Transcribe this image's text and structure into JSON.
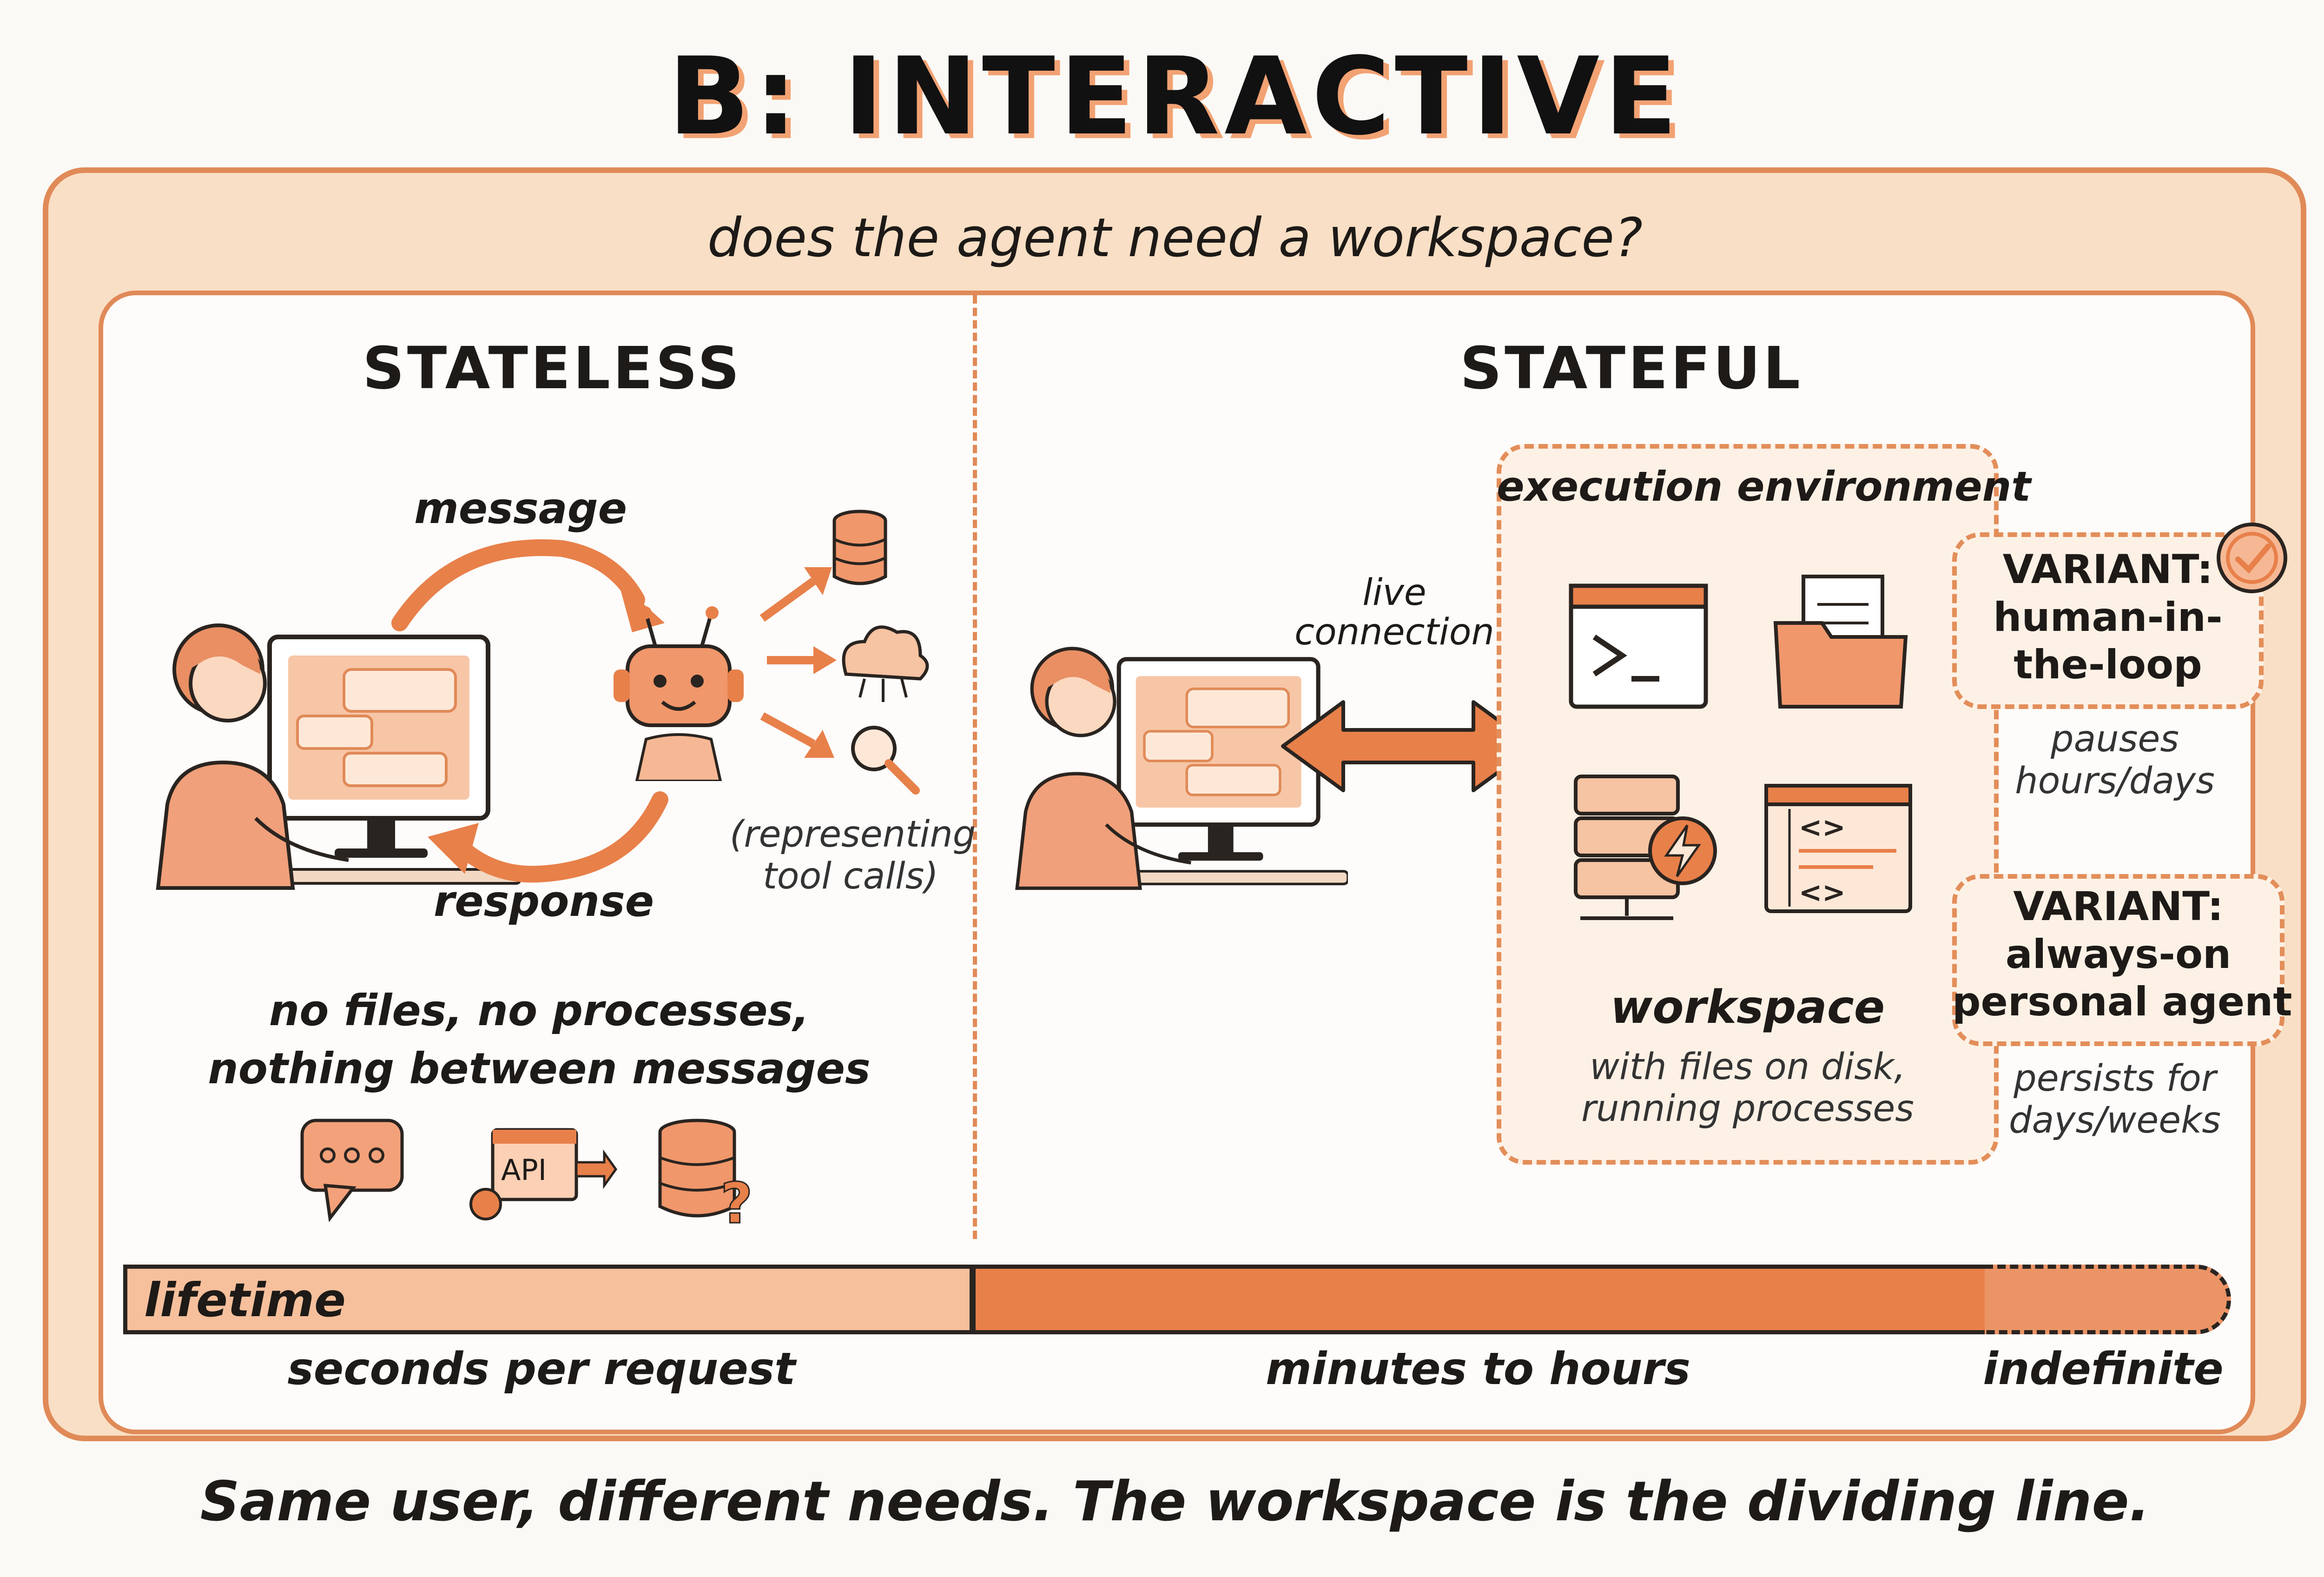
{
  "title": "B: INTERACTIVE",
  "question": "does the agent need a workspace?",
  "stateless": {
    "heading": "STATELESS",
    "message_label": "message",
    "response_label": "response",
    "tool_note_line1": "(representing",
    "tool_note_line2": "tool calls)",
    "summary_line1": "no files, no processes,",
    "summary_line2": "nothing between messages",
    "api_icon_label": "API"
  },
  "stateful": {
    "heading": "STATEFUL",
    "connection_line1": "live",
    "connection_line2": "connection",
    "env_title": "execution environment",
    "workspace_title": "workspace",
    "workspace_sub1": "with files on disk,",
    "workspace_sub2": "running processes"
  },
  "variants": [
    {
      "line1": "VARIANT:",
      "line2": "human-in-",
      "line3": "the-loop",
      "note1": "pauses",
      "note2": "hours/days"
    },
    {
      "line1": "VARIANT:",
      "line2": "always-on",
      "line3": "personal agent",
      "note1": "persists for",
      "note2": "days/weeks"
    }
  ],
  "lifetime": {
    "label": "lifetime",
    "segments": [
      "seconds per request",
      "minutes to hours",
      "indefinite"
    ]
  },
  "footer": "Same user, different needs. The workspace is the dividing line.",
  "colors": {
    "accent": "#e8804a",
    "light_accent": "#f6c09c",
    "panel": "#f9dfc5",
    "ink": "#1d1a17"
  }
}
